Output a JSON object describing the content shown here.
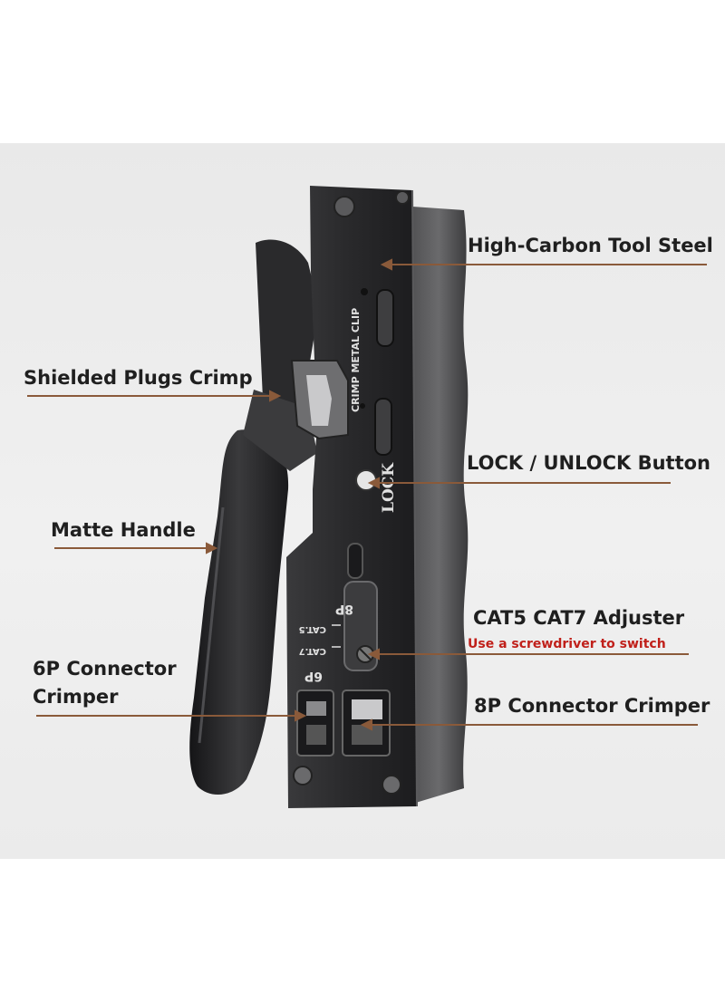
{
  "colors": {
    "tool_body": "#2c2c2e",
    "tool_edge": "#4a4a4c",
    "handle": "#1e1e20",
    "leader_line": "#8a5a3a",
    "callout_text": "#1f1f1f",
    "note_text": "#c0201a"
  },
  "tool_markings": {
    "clip": "CRIMP METAL CLIP",
    "lock": "LOCK",
    "size_8p": "8P",
    "size_6p": "6P",
    "cat5": "CAT.5",
    "cat7": "CAT.7"
  },
  "callouts": {
    "steel": "High-Carbon Tool Steel",
    "shielded": "Shielded Plugs Crimp",
    "lock": "LOCK / UNLOCK Button",
    "handle": "Matte Handle",
    "adjuster": "CAT5 CAT7 Adjuster",
    "adjuster_note": "Use a screwdriver to switch",
    "six_p_line1": "6P Connector",
    "six_p_line2": "Crimper",
    "eight_p": "8P Connector Crimper"
  }
}
